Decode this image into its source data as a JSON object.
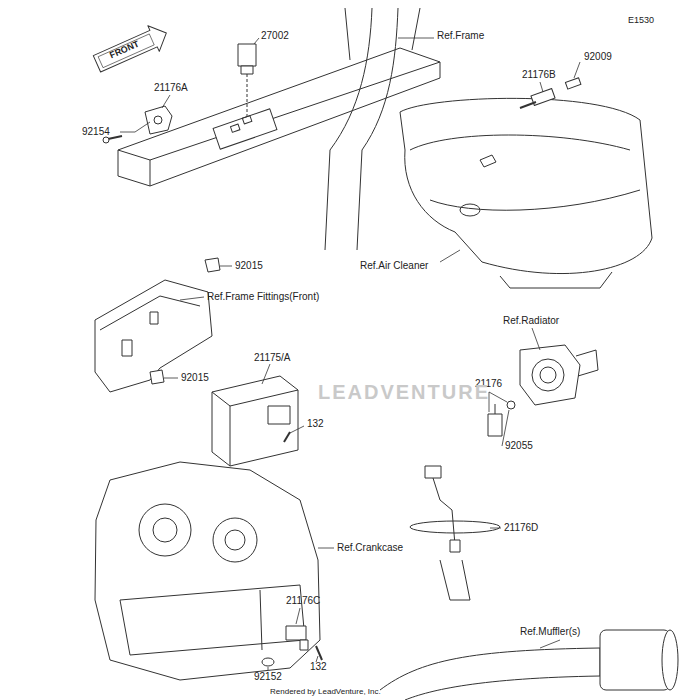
{
  "diagram": {
    "labels": [
      "E1530",
      "FRONT",
      "27002",
      "Ref.Frame",
      "21176A",
      "92154",
      "21176B",
      "92009",
      "Ref.Air Cleaner",
      "92015",
      "Ref.Frame Fittings(Front)",
      "21175/A",
      "92015",
      "132",
      "Ref.Radiator",
      "21176",
      "92055",
      "Ref.Crankcase",
      "21176D",
      "21176C",
      "132",
      "Ref.Muffler(s)",
      "92152",
      "Rendered by LeadVenture, Inc.",
      "LEADVENTURE"
    ]
  }
}
